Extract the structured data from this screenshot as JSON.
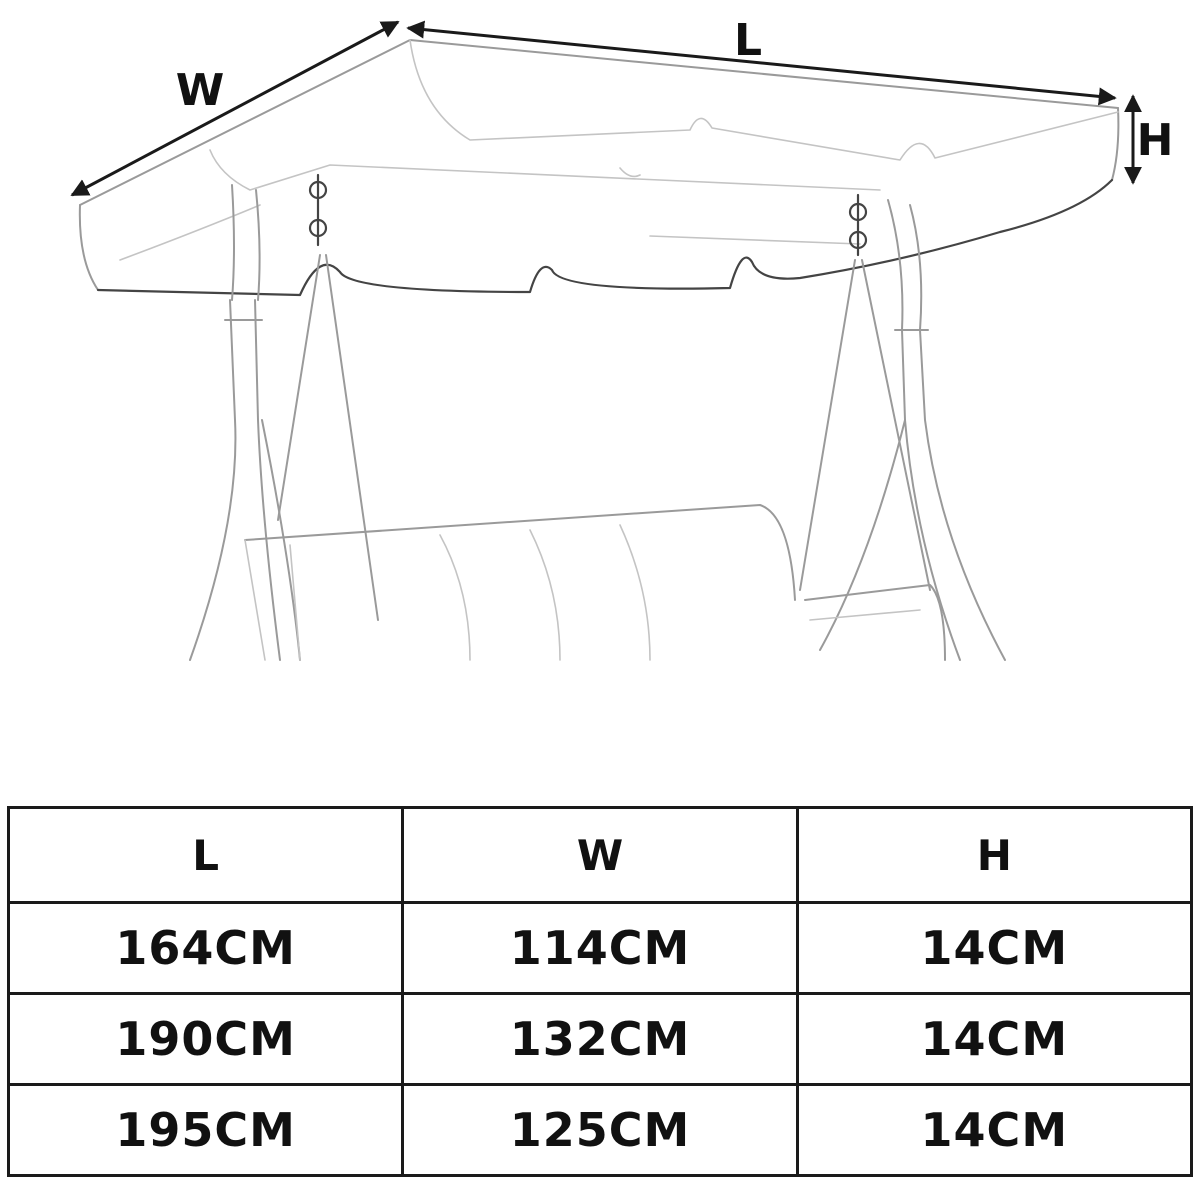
{
  "diagram": {
    "labels": {
      "width": "W",
      "length": "L",
      "height": "H"
    }
  },
  "table": {
    "headers": [
      "L",
      "W",
      "H"
    ],
    "rows": [
      [
        "164CM",
        "114CM",
        "14CM"
      ],
      [
        "190CM",
        "132CM",
        "14CM"
      ],
      [
        "195CM",
        "125CM",
        "14CM"
      ]
    ]
  }
}
